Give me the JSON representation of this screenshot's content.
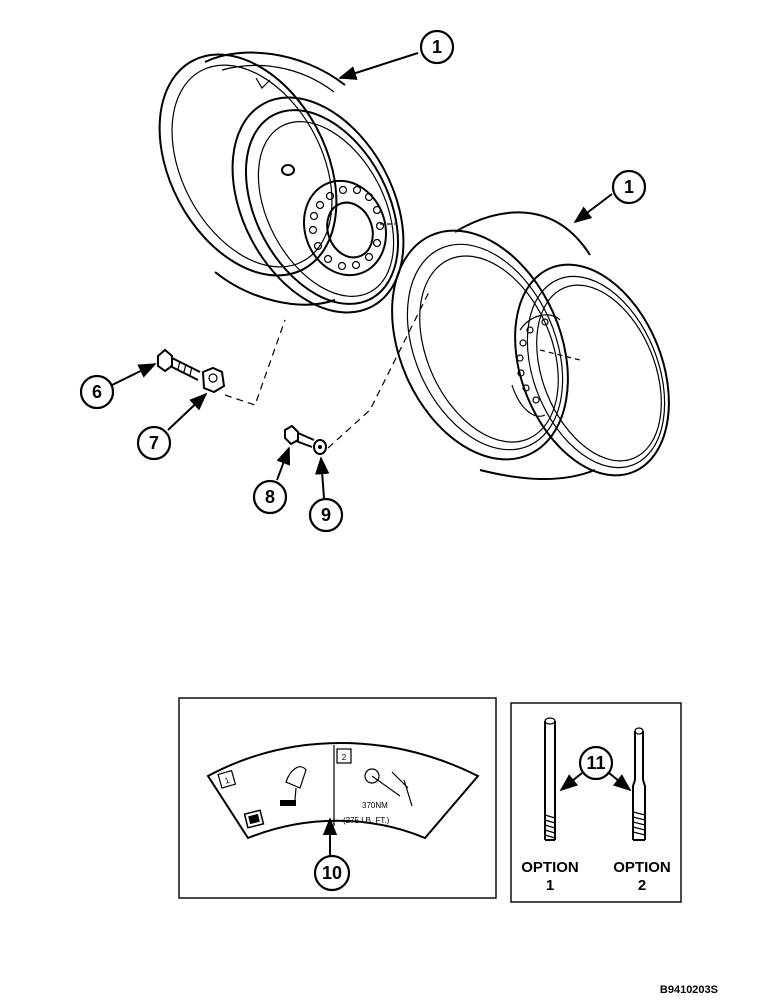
{
  "callouts": {
    "c1a": "1",
    "c1b": "1",
    "c6": "6",
    "c7": "7",
    "c8": "8",
    "c9": "9",
    "c10": "10",
    "c11": "11"
  },
  "decal": {
    "step1": "1",
    "step2": "2",
    "torque_line1": "370NM",
    "torque_line2": "(275 LB. FT.)"
  },
  "options": {
    "option1_label": "OPTION",
    "option1_num": "1",
    "option2_label": "OPTION",
    "option2_num": "2"
  },
  "figure_number": "B9410203S"
}
